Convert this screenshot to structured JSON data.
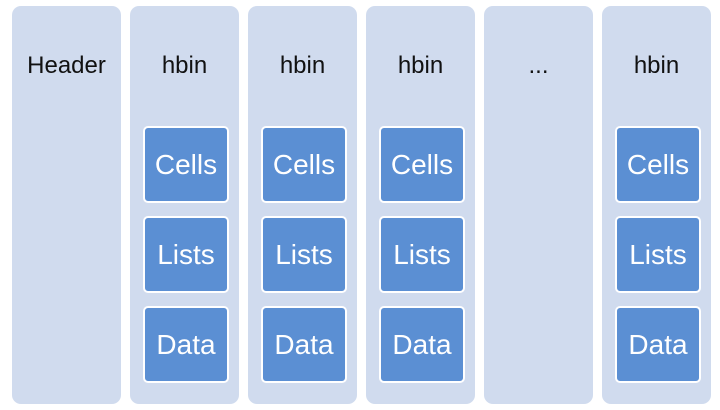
{
  "columns": [
    {
      "title": "Header",
      "boxes": []
    },
    {
      "title": "hbin",
      "boxes": [
        "Cells",
        "Lists",
        "Data"
      ]
    },
    {
      "title": "hbin",
      "boxes": [
        "Cells",
        "Lists",
        "Data"
      ]
    },
    {
      "title": "hbin",
      "boxes": [
        "Cells",
        "Lists",
        "Data"
      ]
    },
    {
      "title": "...",
      "boxes": []
    },
    {
      "title": "hbin",
      "boxes": [
        "Cells",
        "Lists",
        "Data"
      ]
    }
  ],
  "colors": {
    "column_fill": "#d0dbee",
    "box_fill": "#5b8fd3",
    "box_border": "#ffffff",
    "title_text": "#111111",
    "box_text": "#ffffff"
  }
}
